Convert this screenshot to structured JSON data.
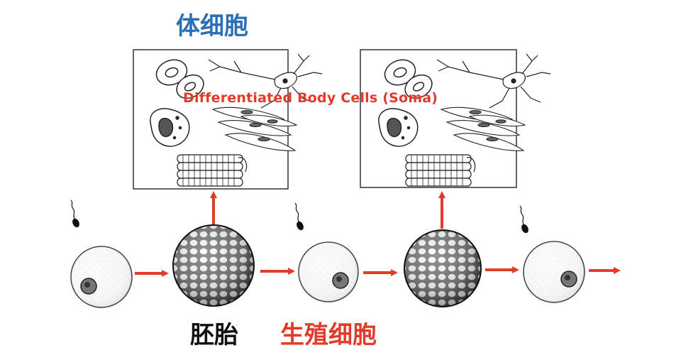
{
  "labels": {
    "soma_title": "体细胞",
    "differentiated": "Differentiated Body Cells (Soma)",
    "embryo": "胚胎",
    "germ_cells": "生殖细胞"
  },
  "colors": {
    "soma_title": "#2b6fb4",
    "red": "#e23b2a",
    "black": "#111111"
  },
  "icons": {
    "sperm": "sperm-icon",
    "egg": "egg-cell-icon",
    "embryo": "embryo-ball-icon",
    "panel": "body-cells-panel"
  }
}
